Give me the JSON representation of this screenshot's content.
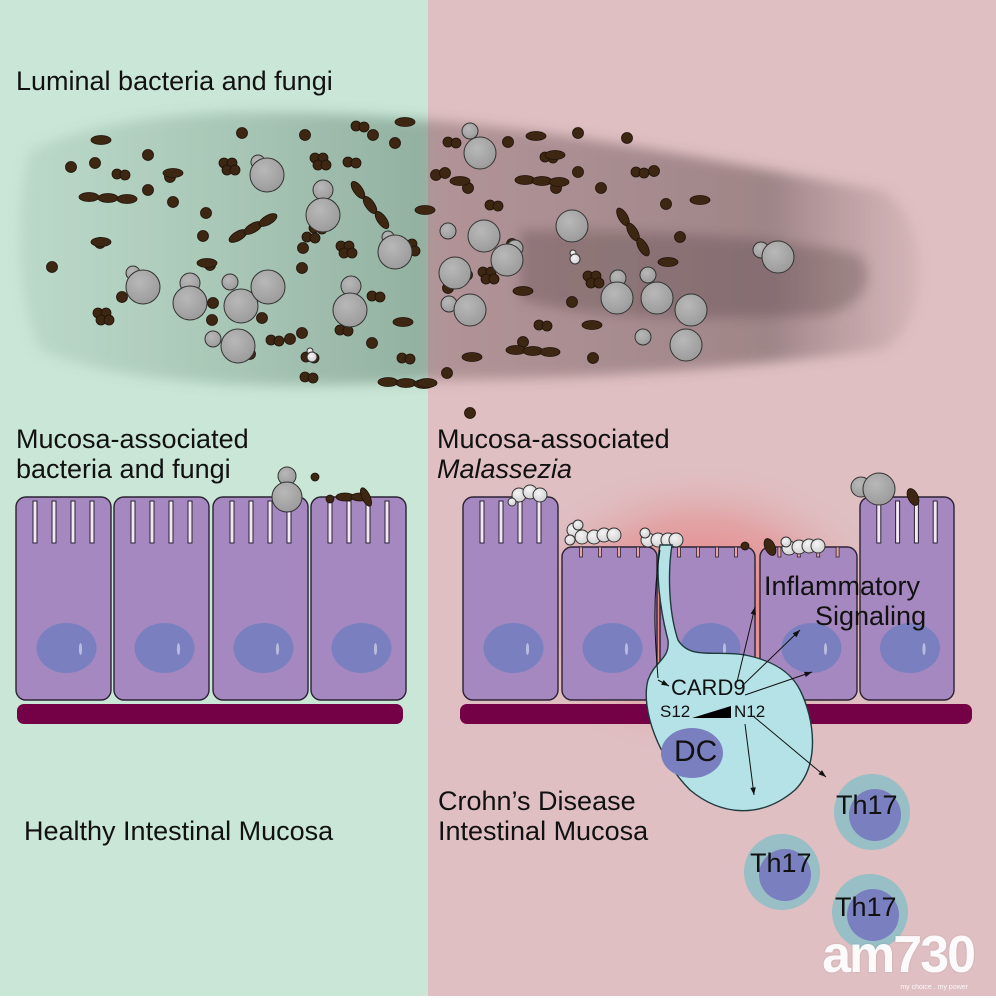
{
  "colors": {
    "healthy_bg": "#c9e6d6",
    "disease_bg": "#dfbfc2",
    "cell_fill": "#a688c0",
    "cell_stroke": "#2b2233",
    "nucleus": "#7a7fbf",
    "basement": "#740046",
    "bacteria": "#3d2612",
    "fungi": "#a6a6a6",
    "dc_fill": "#b4e2e6",
    "th17_halo": "#98bfc6",
    "inflammation": "#e66a6a"
  },
  "labels": {
    "luminal": "Luminal bacteria and fungi",
    "mucosa_healthy_line1": "Mucosa-associated",
    "mucosa_healthy_line2": "bacteria and fungi",
    "mucosa_disease_line1": "Mucosa-associated",
    "mucosa_disease_line2": "Malassezia",
    "inflammatory_line1": "Inflammatory",
    "inflammatory_line2": "Signaling",
    "healthy_title": "Healthy Intestinal Mucosa",
    "disease_title_line1": "Crohn’s Disease",
    "disease_title_line2": "Intestinal Mucosa",
    "card9": "CARD9",
    "s12": "S12",
    "n12": "N12",
    "dc": "DC",
    "th17_a": "Th17",
    "th17_b": "Th17",
    "th17_c": "Th17"
  },
  "watermark": {
    "brand": "am730",
    "tagline": "my choice . my power"
  },
  "icons": {
    "bacteria": "bacteria-icon",
    "fungi": "yeast-cell-icon",
    "epithelial_cell": "epithelial-cell-icon",
    "dendritic_cell": "dendritic-cell-icon",
    "th17_cell": "t-cell-icon",
    "arrow": "arrow-icon"
  }
}
